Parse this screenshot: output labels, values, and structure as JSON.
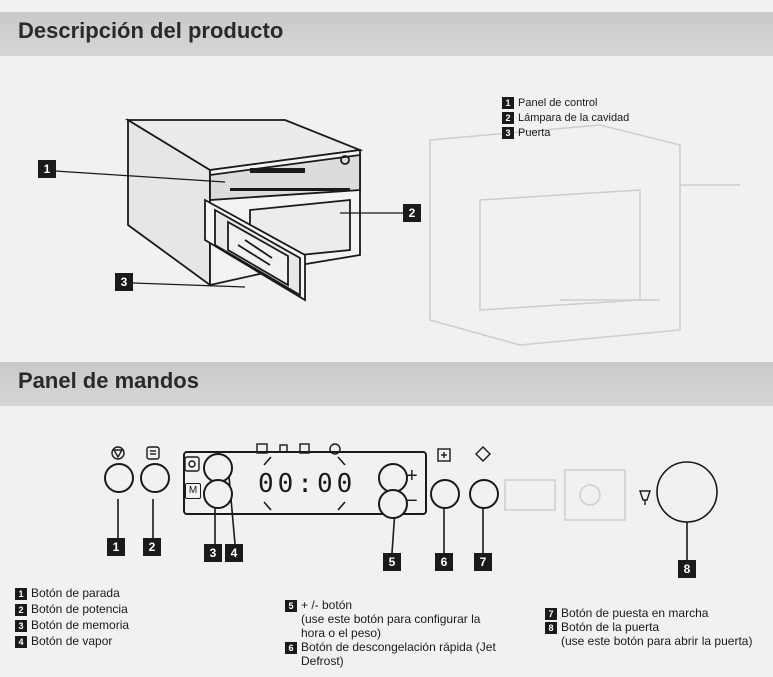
{
  "sections": {
    "product_title": "Descripción del producto",
    "panel_title": "Panel de mandos"
  },
  "product_legend": [
    {
      "num": "1",
      "label": "Panel de control"
    },
    {
      "num": "2",
      "label": "Lámpara de la cavidad"
    },
    {
      "num": "3",
      "label": "Puerta"
    }
  ],
  "product_callouts": [
    "1",
    "2",
    "3"
  ],
  "display": {
    "time": "00:00"
  },
  "panel_callouts": [
    "1",
    "2",
    "3",
    "4",
    "5",
    "6",
    "7",
    "8"
  ],
  "panel_symbols": {
    "plus": "+",
    "minus": "−",
    "memory": "M"
  },
  "panel_legend_left": [
    {
      "num": "1",
      "label": "Botón de parada"
    },
    {
      "num": "2",
      "label": "Botón de potencia"
    },
    {
      "num": "3",
      "label": "Botón de memoria"
    },
    {
      "num": "4",
      "label": "Botón de vapor"
    }
  ],
  "panel_legend_mid": [
    {
      "num": "5",
      "label": "+ /- botón",
      "sub": [
        "(use este botón para configurar la",
        "hora o el peso)"
      ]
    },
    {
      "num": "6",
      "label": "Botón de descongelación rápida (Jet",
      "sub": [
        "Defrost)"
      ]
    }
  ],
  "panel_legend_right": [
    {
      "num": "7",
      "label": "Botón de puesta en marcha",
      "sub": []
    },
    {
      "num": "8",
      "label": "Botón de la puerta",
      "sub": [
        "(use este botón para abrir la puerta)"
      ]
    }
  ],
  "icons": {
    "stop": "stop-icon",
    "power": "power-icon",
    "steam": "steam-icon",
    "jet_defrost": "jet-defrost-icon",
    "start": "start-icon",
    "door": "door-icon"
  }
}
